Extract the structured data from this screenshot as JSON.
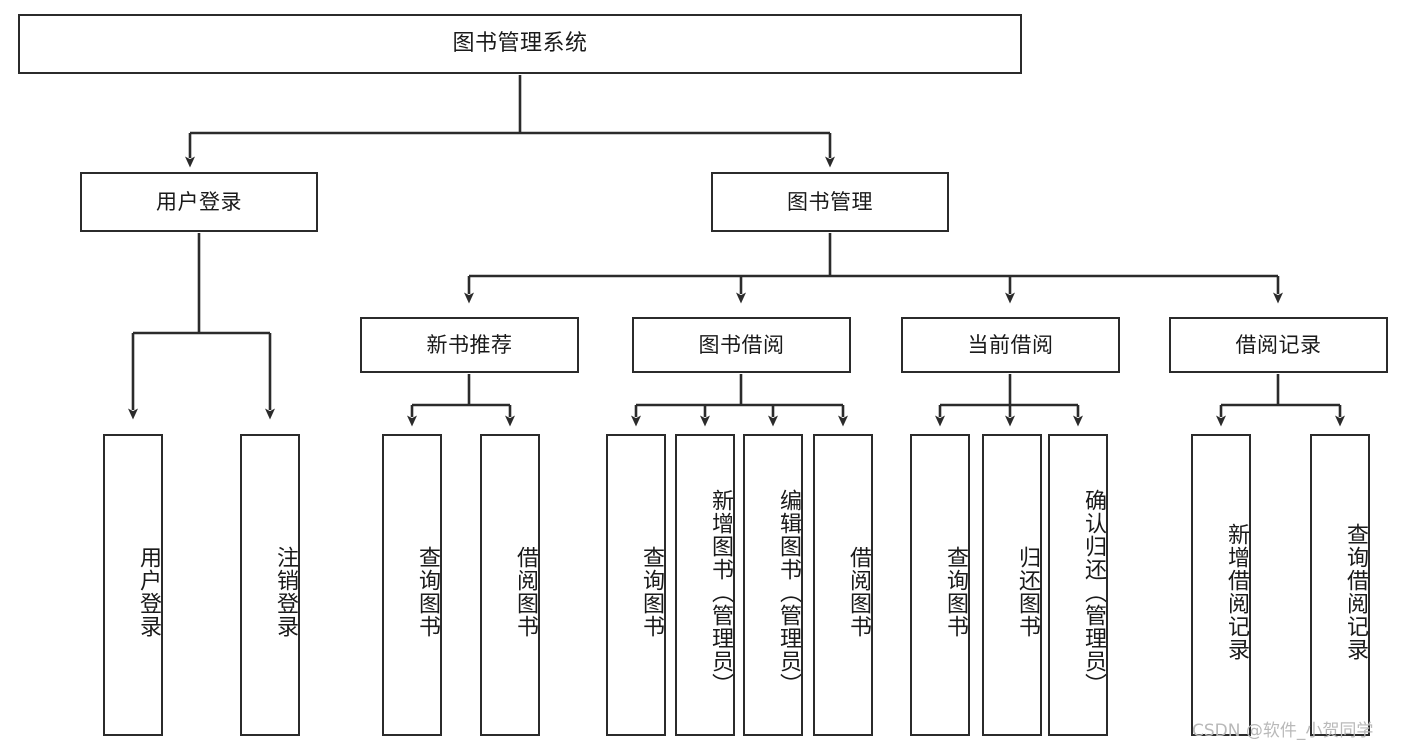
{
  "diagram": {
    "type": "tree-hierarchy",
    "orientation": "top-down",
    "line_color": "#2b2b2b",
    "box_fill": "#ffffff",
    "text_color": "#1a1a1a",
    "root": {
      "label": "图书管理系统"
    },
    "level2": [
      {
        "label": "用户登录"
      },
      {
        "label": "图书管理"
      }
    ],
    "level3": [
      {
        "label": "新书推荐"
      },
      {
        "label": "图书借阅"
      },
      {
        "label": "当前借阅"
      },
      {
        "label": "借阅记录"
      }
    ],
    "leaves": {
      "user_login": [
        {
          "label": "用户登录"
        },
        {
          "label": "注销登录"
        }
      ],
      "new_book_recommend": [
        {
          "label": "查询图书"
        },
        {
          "label": "借阅图书"
        }
      ],
      "book_borrow": [
        {
          "label": "查询图书"
        },
        {
          "label": "新增图书（管理员）"
        },
        {
          "label": "编辑图书（管理员）"
        },
        {
          "label": "借阅图书"
        }
      ],
      "current_borrow": [
        {
          "label": "查询图书"
        },
        {
          "label": "归还图书"
        },
        {
          "label": "确认归还（管理员）"
        }
      ],
      "borrow_record": [
        {
          "label": "新增借阅记录"
        },
        {
          "label": "查询借阅记录"
        }
      ]
    }
  },
  "watermark": {
    "text": "CSDN @软件_小贺同学",
    "color": "#b9b9b9"
  }
}
